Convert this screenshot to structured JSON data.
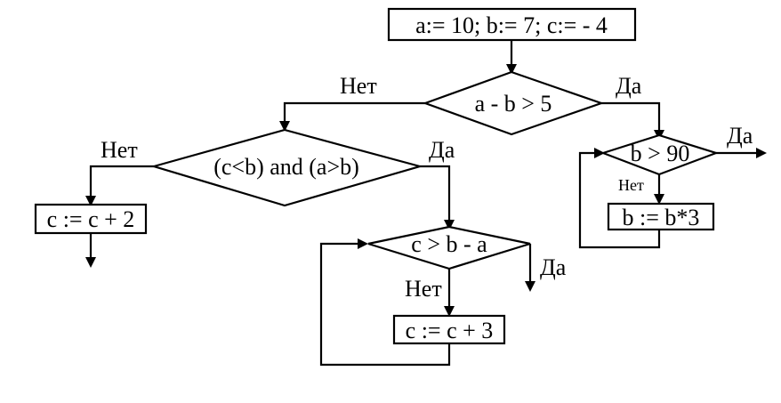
{
  "nodes": {
    "init": "a:= 10; b:= 7; c:= - 4",
    "cond_main": "a - b > 5",
    "cond_cb_ab": "(c<b) and (a>b)",
    "assign_c_plus_2": "c := c + 2",
    "cond_c_gt": "c > b - a",
    "assign_c_plus_3": "c := c + 3",
    "cond_b_gt_90": "b > 90",
    "assign_b_times_3": "b := b*3"
  },
  "edge_labels": {
    "main_no": "Нет",
    "main_yes": "Да",
    "cb_no": "Нет",
    "cb_yes": "Да",
    "cgt_no": "Нет",
    "cgt_yes": "Да",
    "b90_no": "Нет",
    "b90_yes": "Да"
  }
}
